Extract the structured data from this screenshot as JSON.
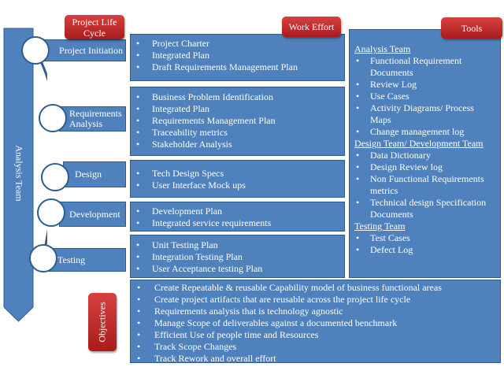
{
  "side_label": "Analysis Team",
  "labels": {
    "lifecycle": "Project Life Cycle",
    "work_effort": "Work Effort",
    "tools": "Tools",
    "objectives": "Objectives"
  },
  "phases": [
    {
      "name": "Project Initiation",
      "work": [
        "Project Charter",
        "Integrated Plan",
        "Draft Requirements Management Plan"
      ]
    },
    {
      "name": "Requirements Analysis",
      "work": [
        "Business Problem Identification",
        "Integrated Plan",
        " Requirements Management Plan",
        "Traceability metrics",
        "Stakeholder Analysis"
      ]
    },
    {
      "name": "Design",
      "work": [
        "Tech Design Specs",
        "User Interface Mock ups"
      ]
    },
    {
      "name": "Development",
      "work": [
        "Development Plan",
        "Integrated service requirements"
      ]
    },
    {
      "name": "Testing",
      "work": [
        "Unit Testing Plan",
        "Integration Testing Plan",
        "User Acceptance testing Plan"
      ]
    }
  ],
  "tools": [
    {
      "team": "Analysis Team",
      "items": [
        "Functional Requirement Documents",
        "Review Log",
        "Use Cases",
        "Activity Diagrams/ Process Maps",
        "Change management log"
      ]
    },
    {
      "team": "Design Team/ Development Team",
      "items": [
        " Data Dictionary",
        "Design Review log",
        "Non Functional Requirements metrics",
        "Technical design Specification Documents"
      ]
    },
    {
      "team": "Testing Team",
      "items": [
        "Test Cases",
        "Defect Log"
      ]
    }
  ],
  "objectives": [
    "Create Repeatable & reusable Capability model of business functional areas",
    "Create project artifacts  that are reusable across the project life cycle",
    "Requirements analysis  that is technology agnostic",
    "Manage Scope of deliverables against a documented benchmark",
    "Efficient Use of people time and Resources",
    "Track Scope Changes",
    "Track Rework and overall effort"
  ]
}
